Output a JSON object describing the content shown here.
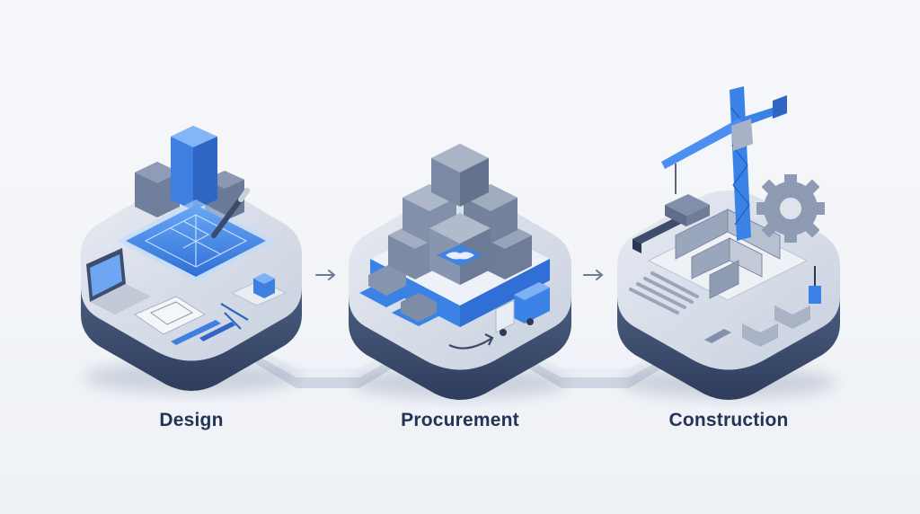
{
  "stages": [
    {
      "id": "design",
      "label": "Design",
      "icon": "blueprint-desk-icon"
    },
    {
      "id": "procurement",
      "label": "Procurement",
      "icon": "boxes-handshake-icon"
    },
    {
      "id": "construction",
      "label": "Construction",
      "icon": "crane-site-icon"
    }
  ],
  "connectors": [
    {
      "from": "Design",
      "to": "Procurement",
      "icon": "arrow-right-icon"
    },
    {
      "from": "Procurement",
      "to": "Construction",
      "icon": "arrow-right-icon"
    }
  ],
  "colors": {
    "accent": "#3b82e6",
    "platform_top": "#d9dfea",
    "platform_side": "#3f5173",
    "label_text": "#243456"
  }
}
